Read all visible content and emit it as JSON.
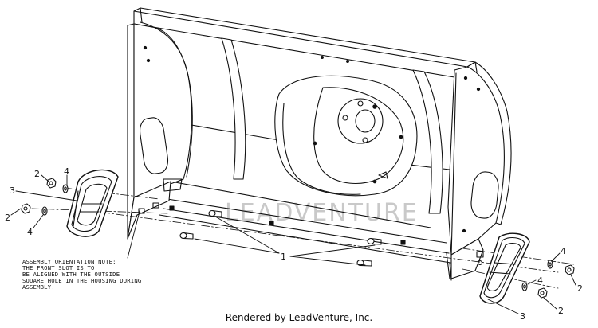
{
  "watermark": "LEADVENTURE",
  "footer": "Rendered by LeadVenture, Inc.",
  "note": {
    "lines": [
      "ASSEMBLY ORIENTATION NOTE:",
      "THE FRONT SLOT IS TO",
      "BE ALIGNED WITH THE OUTSIDE",
      "SQUARE HOLE IN THE HOUSING DURING",
      "ASSEMBLY."
    ]
  },
  "callouts": {
    "c1": "1",
    "c2a": "2",
    "c2b": "2",
    "c2c": "2",
    "c2d": "2",
    "c3a": "3",
    "c3b": "3",
    "c4a": "4",
    "c4b": "4",
    "c4c": "4",
    "c4d": "4"
  }
}
